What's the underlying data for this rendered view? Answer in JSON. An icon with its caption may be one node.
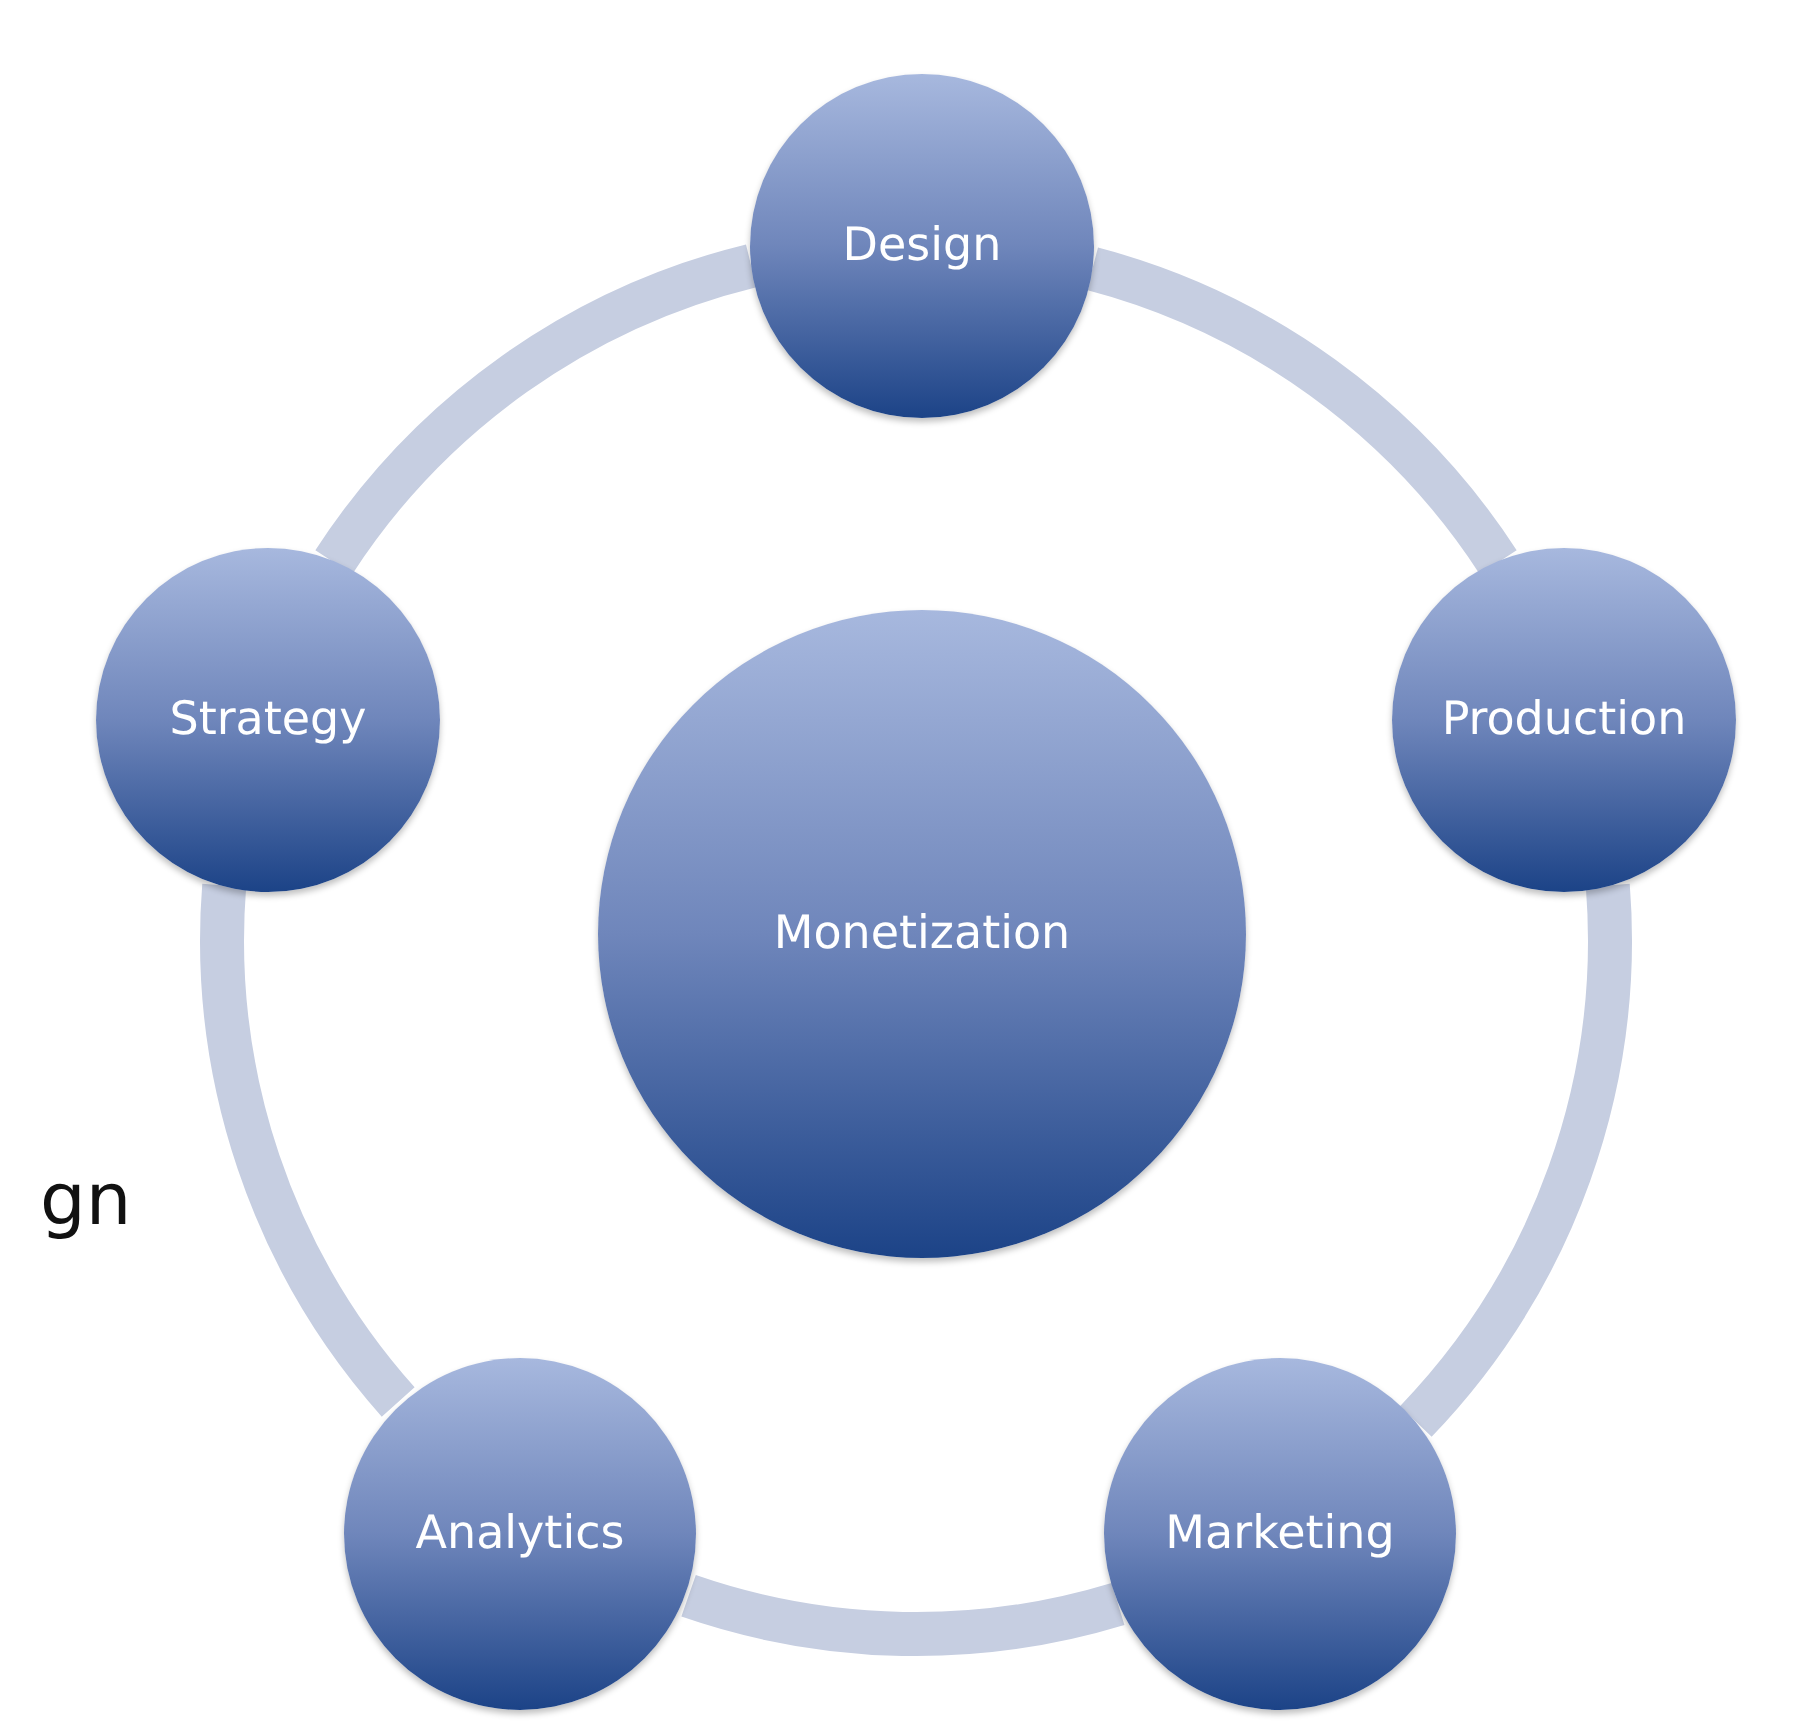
{
  "diagram": {
    "nodes": [
      {
        "text": [
          "Design"
        ]
      },
      {
        "text": [
          "Strategy"
        ]
      },
      {
        "text": [
          "Monetization"
        ]
      },
      {
        "text": [
          "Production"
        ]
      },
      {
        "text": [
          "Analytics"
        ]
      },
      {
        "text": [
          "Marketing"
        ]
      }
    ],
    "edges": [
      {
        "from": 0,
        "to": 3,
        "arrow": "none"
      },
      {
        "from": 3,
        "to": 5,
        "arrow": "none"
      },
      {
        "from": 5,
        "to": 4,
        "arrow": "none"
      },
      {
        "from": 4,
        "to": 1,
        "arrow": "none"
      },
      {
        "from": 1,
        "to": 0,
        "arrow": "none"
      }
    ],
    "labels": [
      "gn"
    ]
  }
}
